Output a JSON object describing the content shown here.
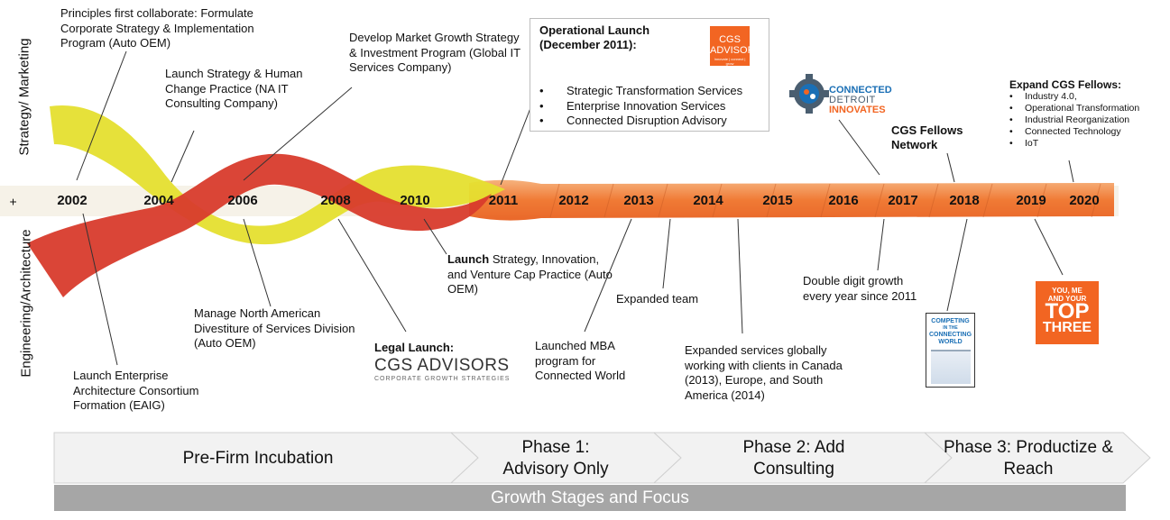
{
  "axis": {
    "top_label": "Strategy/ Marketing",
    "middle_symbol": "+",
    "bottom_label": "Engineering/Architecture"
  },
  "years": [
    "2002",
    "2004",
    "2006",
    "2008",
    "2010",
    "2011",
    "2012",
    "2013",
    "2014",
    "2015",
    "2016",
    "2017",
    "2018",
    "2019",
    "2020"
  ],
  "notes": {
    "principles": "Principles first collaborate:  Formulate Corporate Strategy & Implementation Program (Auto OEM)",
    "launch_strategy": "Launch Strategy & Human Change Practice (NA IT Consulting Company)",
    "develop_market": "Develop Market  Growth Strategy & Investment Program (Global IT Services Company)",
    "launch_ea_consortium": "Launch Enterprise Architecture Consortium Formation (EAIG)",
    "manage_divestiture": "Manage North American Divestiture of Services Division (Auto OEM)",
    "launch_svc_bold": "Launch",
    "launch_svc_rest": " Strategy, Innovation, and Venture Cap Practice (Auto OEM)",
    "expanded_team": "Expanded team",
    "mba": "Launched MBA program for Connected World",
    "expanded_services": "Expanded services globally working with clients in Canada (2013), Europe, and South America (2014)",
    "double_digit": "Double digit growth every year since 2011",
    "cgs_fellows_network": "CGS Fellows Network"
  },
  "operational_launch": {
    "title": "Operational Launch (December 2011):",
    "items": [
      "Strategic Transformation Services",
      "Enterprise Innovation Services",
      "Connected Disruption Advisory"
    ],
    "logo_text": "CGS ADVISORS",
    "logo_tagline": "Innovate | connect | grow"
  },
  "legal_launch": {
    "label": "Legal Launch:",
    "brand": "CGS ADVISORS",
    "sub": "CORPORATE GROWTH STRATEGIES"
  },
  "connected_detroit": {
    "line1": "CONNECTED",
    "line2": "DETROIT",
    "line3": "INNOVATES",
    "icon": "gear-icon"
  },
  "cgs_fellows": {
    "title": "Expand CGS Fellows",
    "items": [
      "Industry 4.0,",
      "Operational Transformation",
      "Industrial Reorganization",
      "Connected Technology",
      "IoT"
    ]
  },
  "book": {
    "line1": "COMPETING",
    "line2": "IN THE",
    "line3": "CONNECTING",
    "line4": "WORLD"
  },
  "podcast": {
    "line1": "YOU, ME",
    "line2": "AND YOUR",
    "line3": "TOP",
    "line4": "THREE"
  },
  "phases": [
    {
      "label": "Pre-Firm Incubation"
    },
    {
      "label": "Phase 1: Advisory Only"
    },
    {
      "label": "Phase 2: Add Consulting"
    },
    {
      "label": "Phase 3: Productize & Reach"
    }
  ],
  "footer": "Growth Stages and Focus",
  "colors": {
    "orange": "#f28a4a",
    "red": "#d93a2b",
    "yellow": "#e6e02c",
    "phase_bg": "#f2f2f2",
    "footer": "#a6a6a6"
  }
}
